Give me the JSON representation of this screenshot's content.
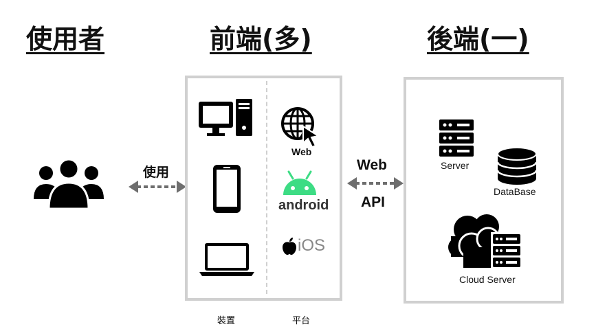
{
  "titles": {
    "user": "使用者",
    "frontend": "前端(多)",
    "backend": "後端(一)"
  },
  "user_link_label": "使用",
  "api_label": {
    "line1": "Web",
    "line2": "API"
  },
  "frontend": {
    "platforms": {
      "web": "Web",
      "android": "android",
      "ios": "iOS"
    },
    "footer": {
      "devices": "裝置",
      "platforms": "平台"
    }
  },
  "backend": {
    "server": "Server",
    "database": "DataBase",
    "cloud": "Cloud Server"
  },
  "colors": {
    "android_green": "#3DDC84",
    "arrow_gray": "#6e6e6e",
    "box_border": "#d0d0d0"
  }
}
